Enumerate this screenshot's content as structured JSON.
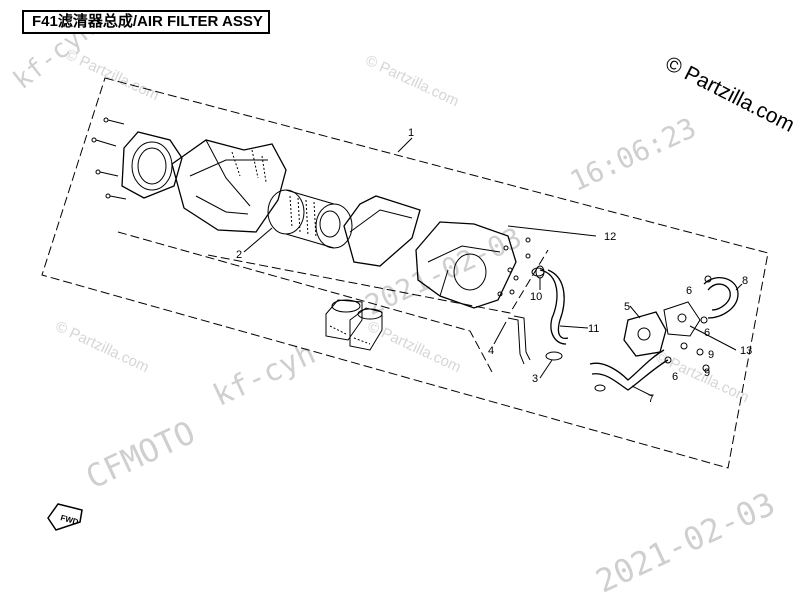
{
  "title": "F41滤清器总成/AIR FILTER ASSY",
  "watermarks": {
    "user_id": "kf-cyh",
    "timestamp": "16:06:23",
    "date": "2021-02-03",
    "brand": "CFMOTO",
    "site": "© Partzilla.com"
  },
  "copyright": "© Partzilla.com",
  "fwd_label": "FWD",
  "callouts": [
    "1",
    "2",
    "3",
    "4",
    "5",
    "6",
    "6",
    "6",
    "7",
    "8",
    "9",
    "9",
    "10",
    "11",
    "12",
    "13"
  ]
}
